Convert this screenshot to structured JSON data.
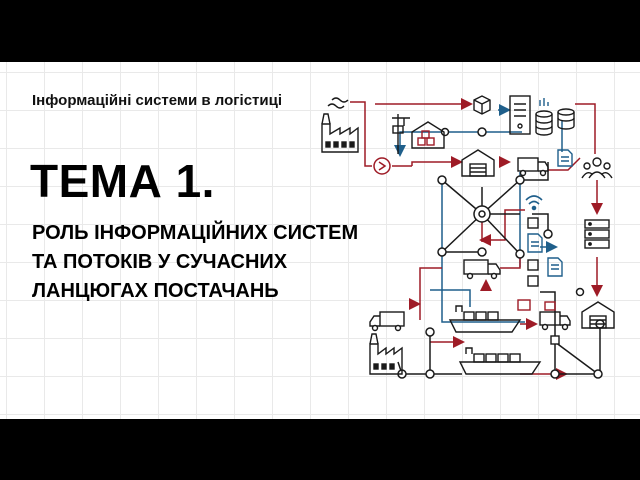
{
  "slide": {
    "subtitle": "Інформаційні системи в логістиці",
    "topic": "ТЕМА 1.",
    "headline": [
      "РОЛЬ ІНФОРМАЦІЙНИХ СИСТЕМ",
      "ТА ПОТОКІВ У СУЧАСНИХ",
      "ЛАНЦЮГАХ ПОСТАЧАНЬ"
    ]
  },
  "colors": {
    "material_flow": "#9e1b26",
    "information_flow": "#1f5f8b",
    "structure": "#1a1a1a",
    "grid": "#e9e9e9"
  },
  "diagram_icons": [
    "factory-icon",
    "conveyor-icon",
    "warehouse-icon",
    "package-icon",
    "server-icon",
    "database-icon",
    "wireless-icon",
    "truck-icon",
    "document-icon",
    "user-group-icon",
    "ship-icon",
    "hub-node-icon"
  ]
}
